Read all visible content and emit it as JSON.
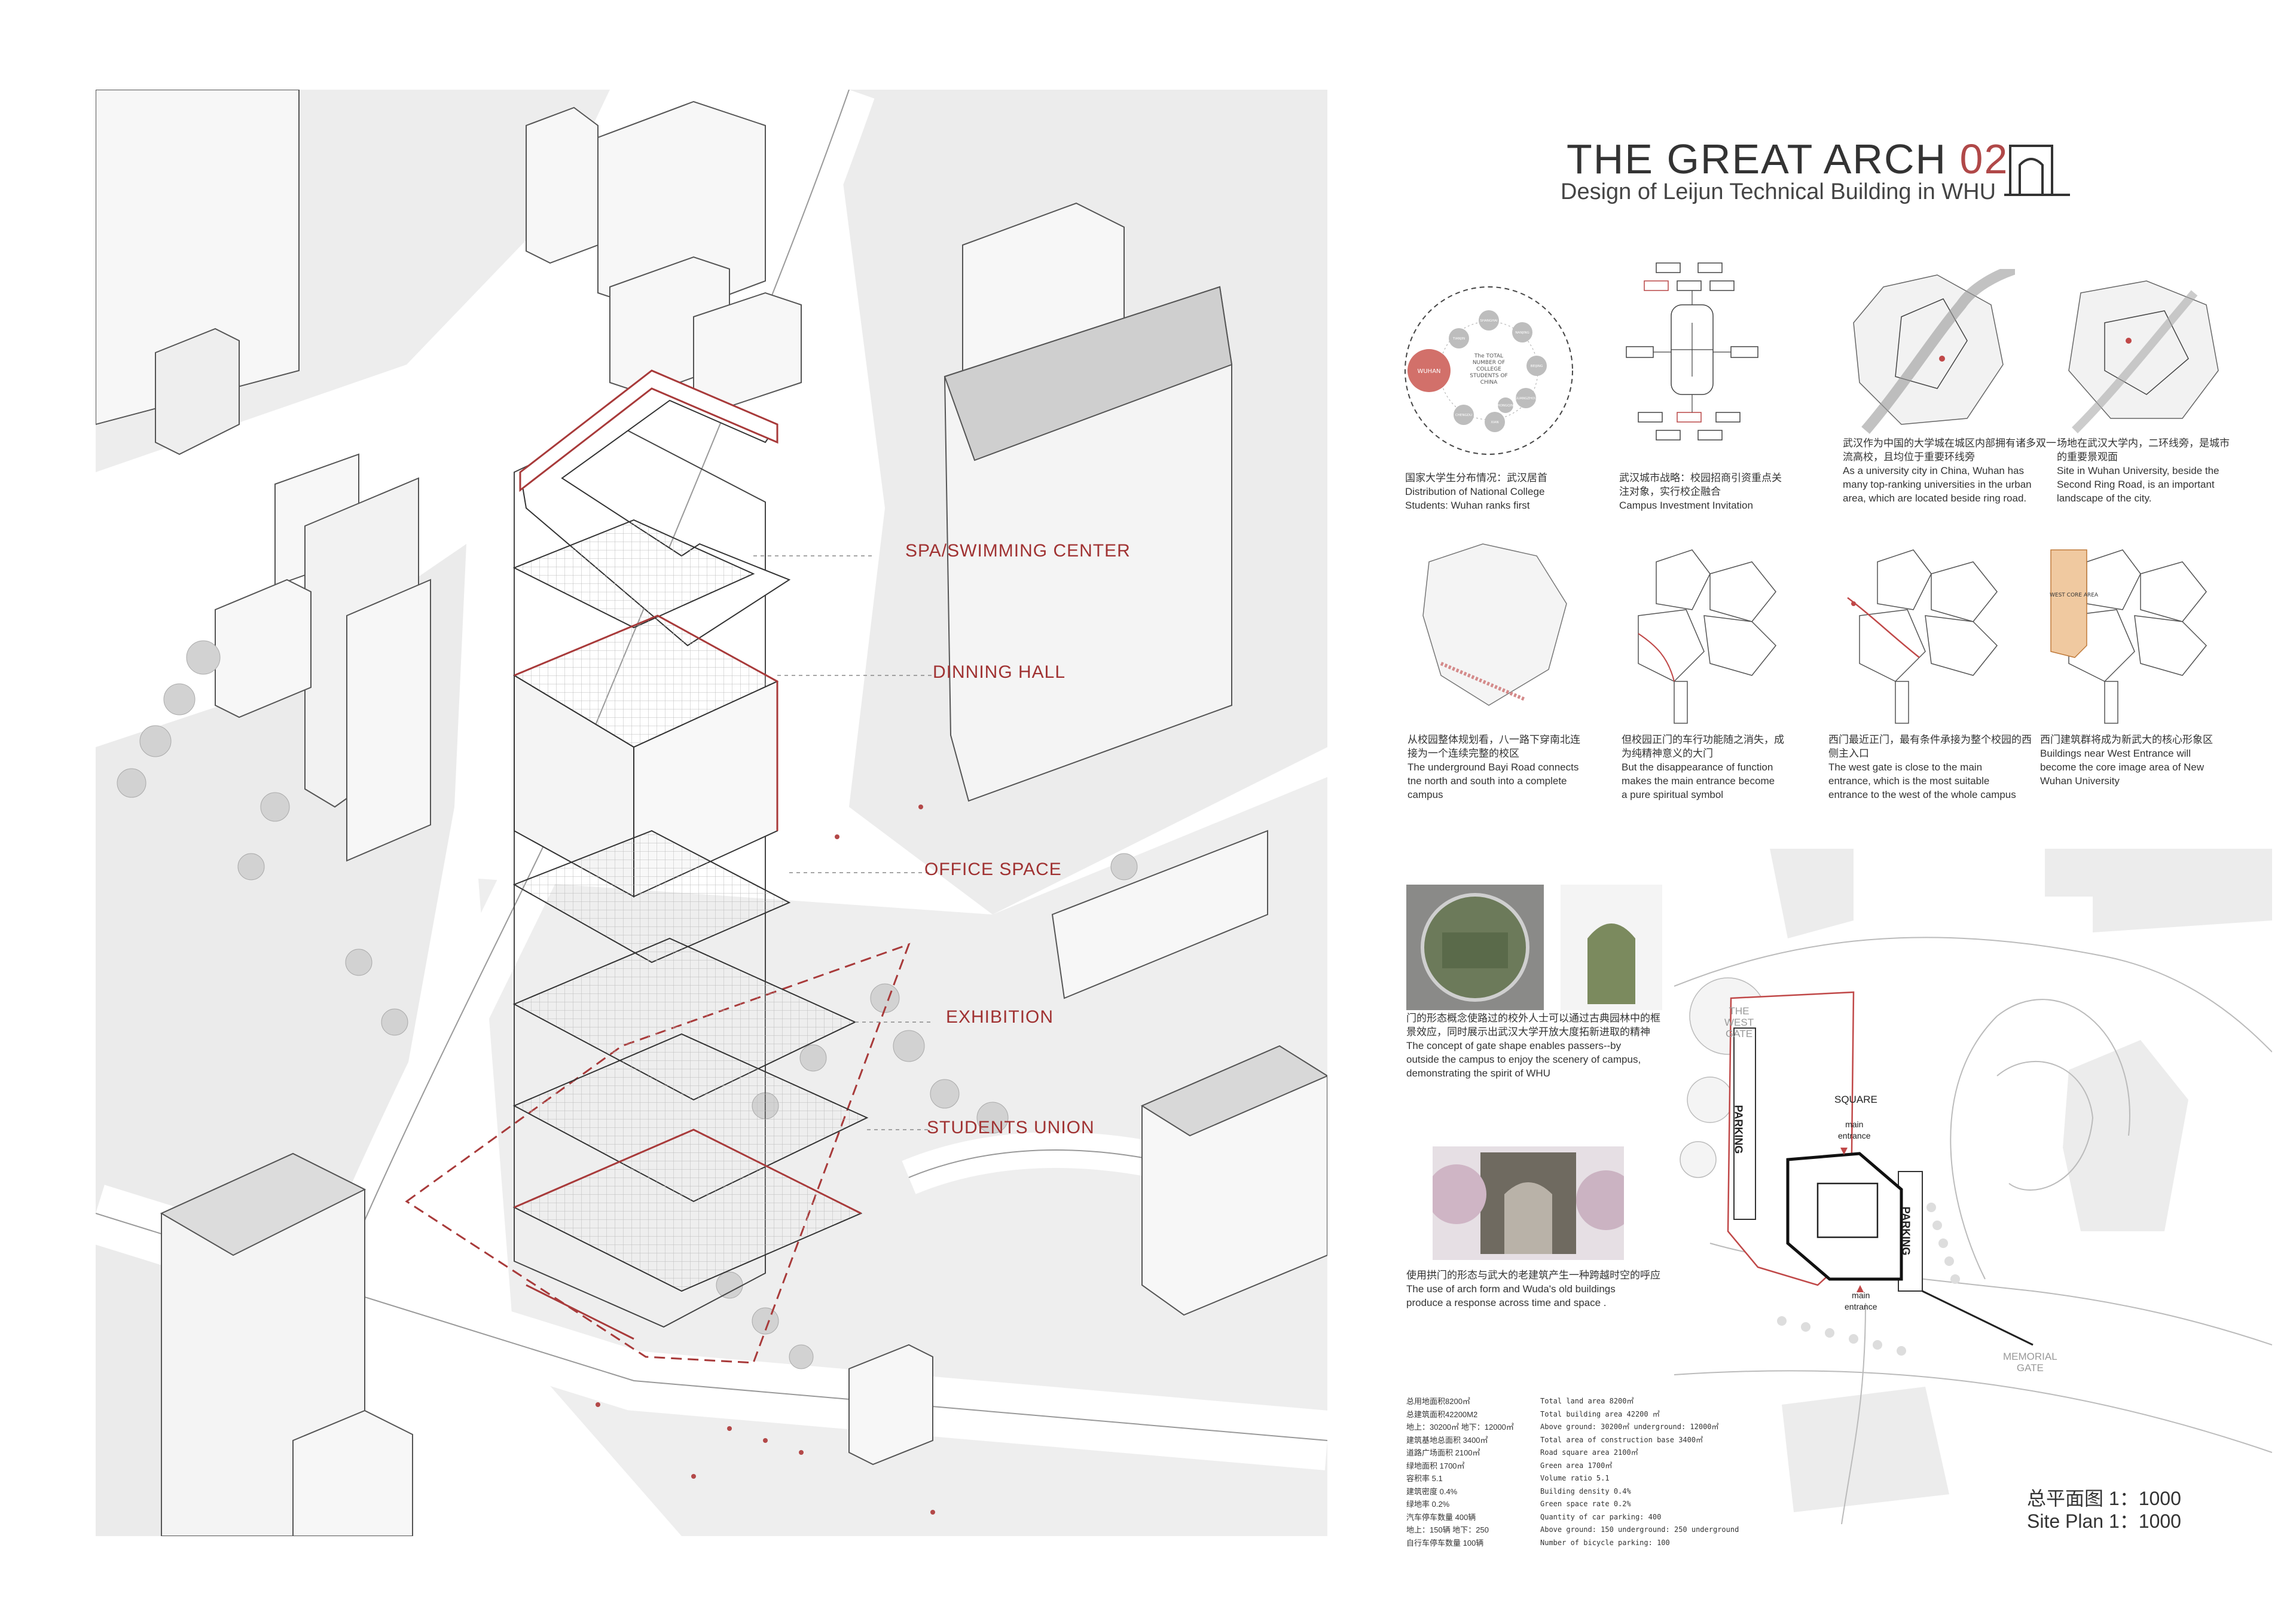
{
  "title": {
    "main": "THE GREAT ARCH",
    "number": "02",
    "subtitle": "Design of Leijun Technical Building in WHU"
  },
  "axonometric": {
    "labels": {
      "spa": "SPA/SWIMMING CENTER",
      "dining": "DINNING HALL",
      "office": "OFFICE SPACE",
      "exhibition": "EXHIBITION",
      "students": "STUDENTS UNION"
    },
    "colors": {
      "accent": "#a83a3a",
      "line": "#555555",
      "ground": "#e6e6e6",
      "building": "#f4f4f4"
    }
  },
  "analysis": {
    "d1": {
      "center_text": [
        "The TOTAL",
        "NUMBER OF",
        "COLLEGE",
        "STUDENTS OF",
        "CHINA"
      ],
      "highlight": "WUHAN",
      "cities": [
        "SHANGHAI",
        "NANJING",
        "BEIJING",
        "GUANGZHOU",
        "XIAN",
        "CHENGDU",
        "TIANJIN",
        "CHONGQING"
      ],
      "caption": [
        "国家大学生分布情况：武汉居首",
        "Distribution of National College",
        "Students: Wuhan ranks first"
      ]
    },
    "d2": {
      "caption": [
        "武汉城市战略：校园招商引资重点关",
        "注对象，实行校企融合",
        "Campus Investment Invitation"
      ]
    },
    "d3": {
      "caption": [
        "武汉作为中国的大学城在城区内部拥有诸多双一",
        "流高校，且均位于重要环线旁",
        "As a university city in China, Wuhan has",
        "many top-ranking universities in the urban",
        "area, which are located beside ring road."
      ]
    },
    "d4": {
      "caption": [
        "场地在武汉大学内，二环线旁，是城市",
        "的重要景观面",
        "Site in Wuhan University, beside the",
        "Second Ring Road, is an important",
        "landscape of the city."
      ]
    },
    "d5": {
      "caption": [
        "从校园整体规划看，八一路下穿南北连",
        "接为一个连续完整的校区",
        "The underground Bayi Road connects",
        "tne north and south into a complete",
        "campus"
      ]
    },
    "d6": {
      "caption": [
        "但校园正门的车行功能随之消失，成",
        "为纯精神意义的大门",
        "But the disappearance of function",
        "makes the main entrance become",
        "a pure spiritual symbol"
      ]
    },
    "d7": {
      "caption": [
        "西门最近正门，最有条件承接为整个校园的西",
        "侧主入口",
        "The west gate is close to the main",
        "entrance, which is the most suitable",
        "entrance to the west of the whole campus"
      ]
    },
    "d8": {
      "highlight_label": "WEST CORE AREA",
      "caption": [
        "西门建筑群将成为新武大的核心形象区",
        "Buildings near West Entrance will",
        "become the core image area of New",
        "Wuhan University"
      ]
    }
  },
  "gate_concept": {
    "caption1": [
      "门的形态概念使路过的校外人士可以通过古典园林中的框",
      "景效应，同时展示出武汉大学开放大度拓新进取的精神",
      "The concept of gate shape enables passers--by",
      "outside the campus to enjoy the scenery of campus,",
      "demonstrating the spirit of WHU"
    ],
    "caption2": [
      "使用拱门的形态与武大的老建筑产生一种跨越时空的呼应",
      "The use of arch form and Wuda's old buildings",
      "produce a response across time and space ."
    ]
  },
  "stats_cn": [
    "总用地面积8200㎡",
    "总建筑面积42200M2",
    "地上：30200㎡ 地下：12000㎡",
    "建筑基地总面积 3400㎡",
    "道路广场面积 2100㎡",
    "绿地面积 1700㎡",
    "容积率  5.1",
    "建筑密度 0.4%",
    "绿地率 0.2%",
    "汽车停车数量 400辆",
    "地上：150辆 地下：250",
    "自行车停车数量 100辆"
  ],
  "stats_en": [
    "Total land area 8200㎡",
    "Total building area 42200 ㎡",
    "Above ground: 30200㎡ underground: 12000㎡",
    "Total area of construction base 3400㎡",
    "Road square area 2100㎡",
    "Green area 1700㎡",
    "Volume ratio 5.1",
    "Building density 0.4%",
    "Green space rate 0.2%",
    "Quantity of car parking: 400",
    "Above ground: 150 underground: 250 underground",
    "Number of bicycle parking: 100"
  ],
  "site_plan": {
    "west_gate": [
      "THE",
      "WEST",
      "GATE"
    ],
    "square": "SQUARE",
    "main_entrance_top": [
      "main",
      "entrance"
    ],
    "main_entrance_bottom": [
      "main",
      "entrance"
    ],
    "parking_left": "PARKING",
    "parking_right": "PARKING",
    "memorial_gate": [
      "MEMORIAL",
      "GATE"
    ],
    "scale_cn": "总平面图  1：1000",
    "scale_en": "Site Plan  1：1000"
  }
}
